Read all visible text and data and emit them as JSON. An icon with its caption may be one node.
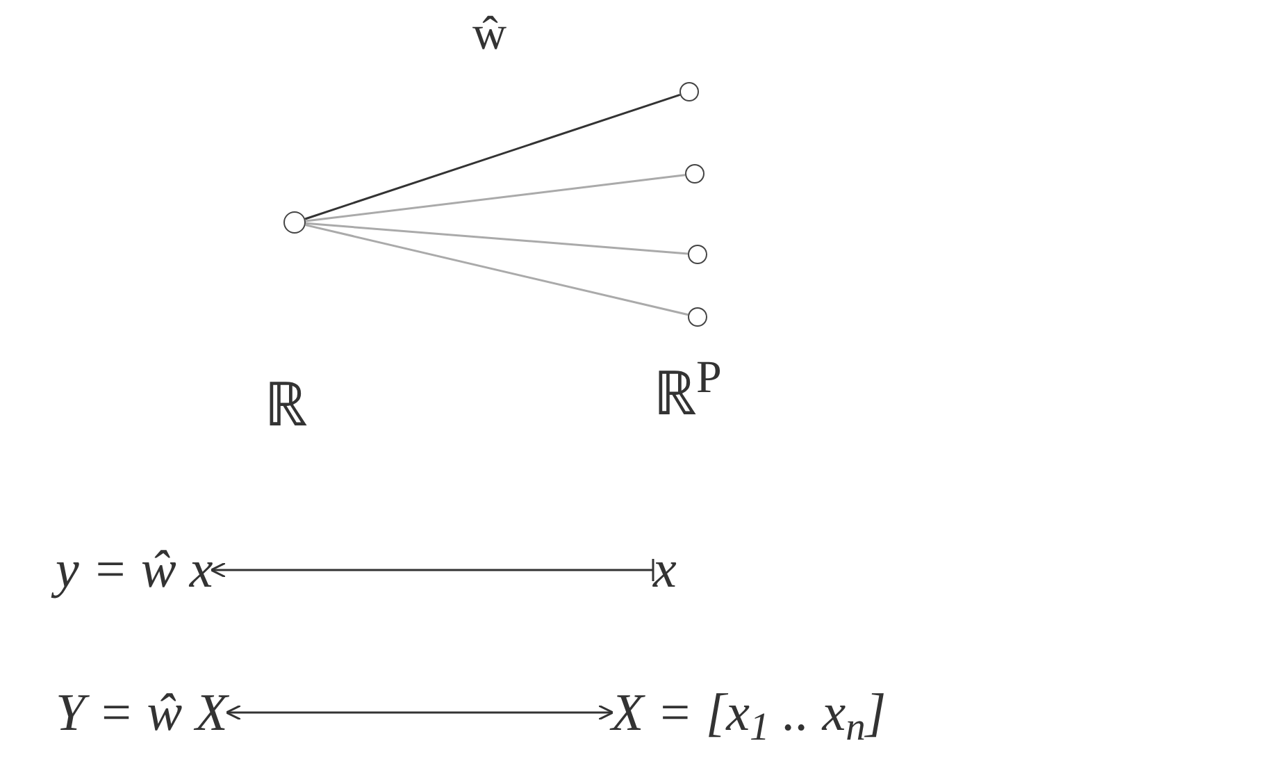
{
  "diagram": {
    "nodes": [
      {
        "text": [],
        "shape": "circle"
      },
      {
        "text": [],
        "shape": "circle"
      },
      {
        "text": [],
        "shape": "circle"
      },
      {
        "text": [],
        "shape": "circle"
      },
      {
        "text": [],
        "shape": "circle"
      },
      {
        "text": [
          "y = ŵ x"
        ]
      },
      {
        "text": [
          "x"
        ]
      },
      {
        "text": [
          "Y = ŵ X"
        ]
      },
      {
        "text": [
          "X = [x$_{1}$ .. x$_{n}$]"
        ]
      }
    ],
    "edges": [
      {
        "from": 0,
        "to": 1,
        "arrow": "none",
        "label": "ŵ"
      },
      {
        "from": 0,
        "to": 2,
        "arrow": "none",
        "color": "#aaaaaa"
      },
      {
        "from": 0,
        "to": 3,
        "arrow": "none",
        "color": "#aaaaaa"
      },
      {
        "from": 0,
        "to": 4,
        "arrow": "none",
        "color": "#aaaaaa"
      },
      {
        "from": 6,
        "to": 5,
        "arrow": "to"
      },
      {
        "from": 8,
        "to": 7,
        "arrow": "both"
      }
    ],
    "labels": [
      "ℝ",
      "ℝ$^{P}$"
    ]
  }
}
